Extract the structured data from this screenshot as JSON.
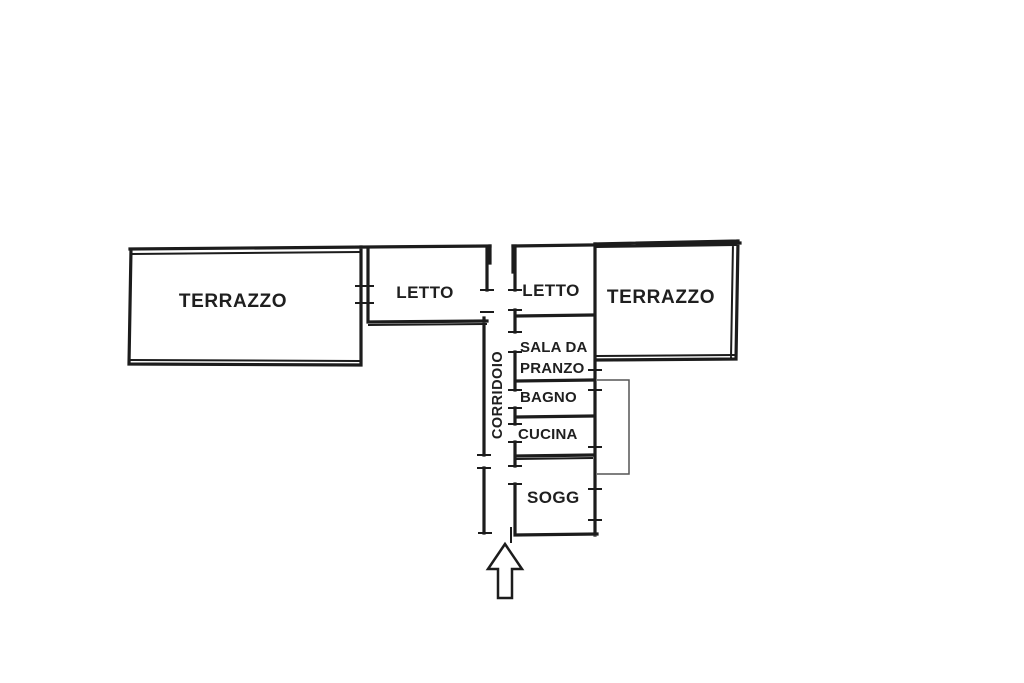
{
  "colors": {
    "wall": "#1c1c1c",
    "text": "#1f1f1f",
    "light_line": "#555555",
    "background": "#ffffff"
  },
  "rooms": {
    "terrazzo_left": "TERRAZZO",
    "letto_left": "LETTO",
    "letto_right": "LETTO",
    "terrazzo_right": "TERRAZZO",
    "corridoio": "CORRIDOIO",
    "sala_da_pranzo": {
      "line1": "SALA DA",
      "line2": "PRANZO"
    },
    "bagno": "BAGNO",
    "cucina": "CUCINA",
    "sogg": "SOGG"
  }
}
